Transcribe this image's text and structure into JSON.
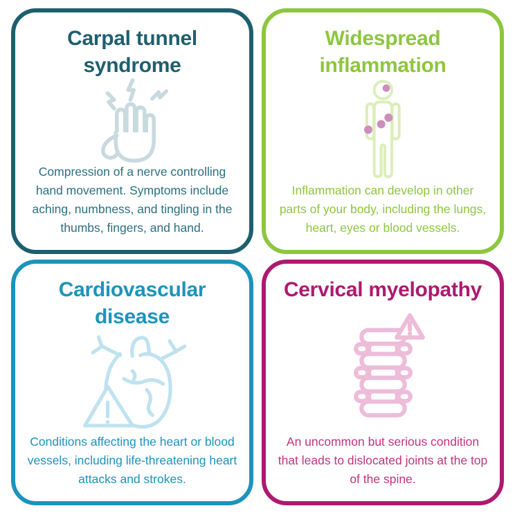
{
  "infographic_name": "complications-grid",
  "cards": [
    {
      "id": "carpal-tunnel-syndrome",
      "title": "Carpal tunnel syndrome",
      "description": "Compression of a nerve controlling hand movement. Symptoms include aching, numbness, and tingling in the thumbs, fingers, and hand.",
      "icon": "hand-nerve-icon",
      "colors": {
        "accent": "#1E5F6E",
        "text": "#2B6F80",
        "icon": "#C9DADF"
      }
    },
    {
      "id": "widespread-inflammation",
      "title": "Widespread inflammation",
      "description": "Inflammation can develop in other parts of your body, including the lungs, heart, eyes or blood vessels.",
      "icon": "inflamed-body-icon",
      "colors": {
        "accent": "#8DC63F",
        "text": "#8DC63F",
        "icon": "#DCEEBB",
        "dot": "#CC8FBC"
      }
    },
    {
      "id": "cardiovascular-disease",
      "title": "Cardiovascular disease",
      "description": "Conditions affecting the heart or blood vessels, including life-threatening heart attacks and strokes.",
      "icon": "heart-warning-icon",
      "colors": {
        "accent": "#1B94BC",
        "text": "#1B94BC",
        "icon": "#BFE2EF"
      }
    },
    {
      "id": "cervical-myelopathy",
      "title": "Cervical myelopathy",
      "description": "An uncommon but serious condition that leads to dislocated joints at the top of the spine.",
      "icon": "spine-warning-icon",
      "colors": {
        "accent": "#AD1970",
        "text": "#C3327F",
        "icon": "#EDBCD9"
      }
    }
  ]
}
